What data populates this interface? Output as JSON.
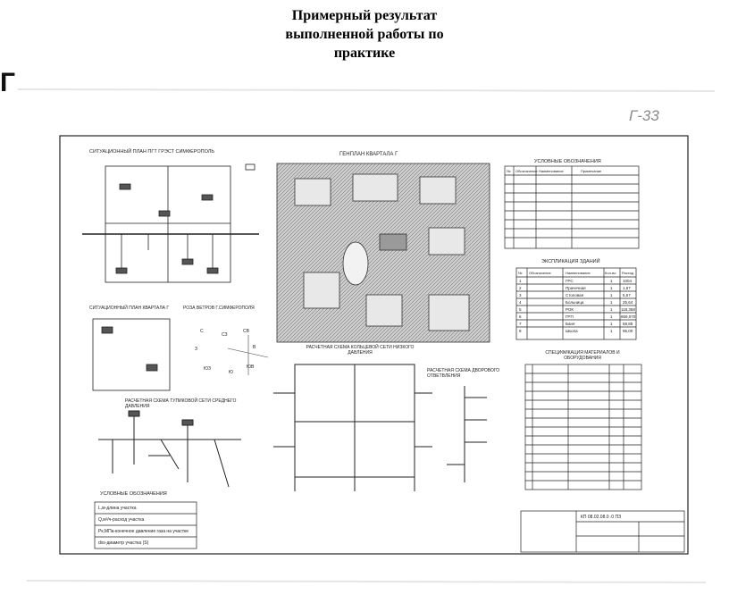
{
  "header": {
    "line1": "Примерный результат",
    "line2": "выполненной работы по",
    "line3": "практике"
  },
  "sheet": {
    "side_mark": "Г",
    "sheet_number": "Г-33"
  },
  "drawing": {
    "situation_plan_city": "СИТУАЦИОННЫЙ ПЛАН ПГТ ГРЭСТ СИМФЕРОПОЛЬ",
    "genplan": "ГЕНПЛАН КВАРТАЛА Г",
    "situation_plan_block": "СИТУАЦИОННЫЙ ПЛАН КВАРТАЛА Г",
    "wind_rose": "РОЗА ВЕТРОВ Г.СИМФЕРОПОЛЯ",
    "ring_network": "РАСЧЕТНАЯ СХЕМА КОЛЬЦЕВОЙ СЕТИ НИЗКОГО ДАВЛЕНИЯ",
    "dead_end_network": "РАСЧЕТНАЯ СХЕМА ТУПИКОВОЙ СЕТИ СРЕДНЕГО ДАВЛЕНИЯ",
    "yard_branch": "РАСЧЕТНАЯ СХЕМА ДВОРОВОГО ОТВЕТВЛЕНИЯ",
    "legend_title": "УСЛОВНЫЕ ОБОЗНАЧЕНИЯ",
    "buildings_title": "ЭКСПЛИКАЦИЯ ЗДАНИЙ",
    "spec_title": "СПЕЦИФИКАЦИЯ МАТЕРИАЛОВ И ОБОРУДОВАНИЯ",
    "bottom_legend_title": "УСЛОВНЫЕ ОБОЗНАЧЕНИЯ",
    "bottom_legend": [
      "L,м-длина участка",
      "Q,м³/ч-расход участка",
      "Рк,МПа-конечное давление газа на участке",
      "dхs-диаметр участка (S)"
    ],
    "legend_headers": [
      "№",
      "Обозначение",
      "Наименование",
      "Примечание"
    ],
    "buildings_headers": [
      "№",
      "Обозначение",
      "Наименование",
      "Кол-во",
      "Расход"
    ],
    "buildings_rows": [
      [
        "1",
        "ГРС",
        "1",
        "1004"
      ],
      [
        "2",
        "Прачечная",
        "1",
        "1,67"
      ],
      [
        "3",
        "Столовая",
        "1",
        "5,57"
      ],
      [
        "4",
        "Больница",
        "1",
        "25,64"
      ],
      [
        "5",
        "РОК",
        "1",
        "118,358"
      ],
      [
        "6",
        "ГРП",
        "1",
        "869,070"
      ],
      [
        "7",
        "Баня",
        "1",
        "58,85"
      ],
      [
        "8",
        "Школа",
        "1",
        "95,00"
      ]
    ],
    "wind_labels": [
      "С",
      "СВ",
      "В",
      "ЮВ",
      "Ю",
      "ЮЗ",
      "З",
      "СЗ"
    ],
    "stamp_code": "КП 08.02.08.0 .0 ПЗ"
  },
  "colors": {
    "line": "#1a1a1a",
    "scan_gray": "#8a8a8a",
    "map_fill": "#c8c8c8"
  }
}
